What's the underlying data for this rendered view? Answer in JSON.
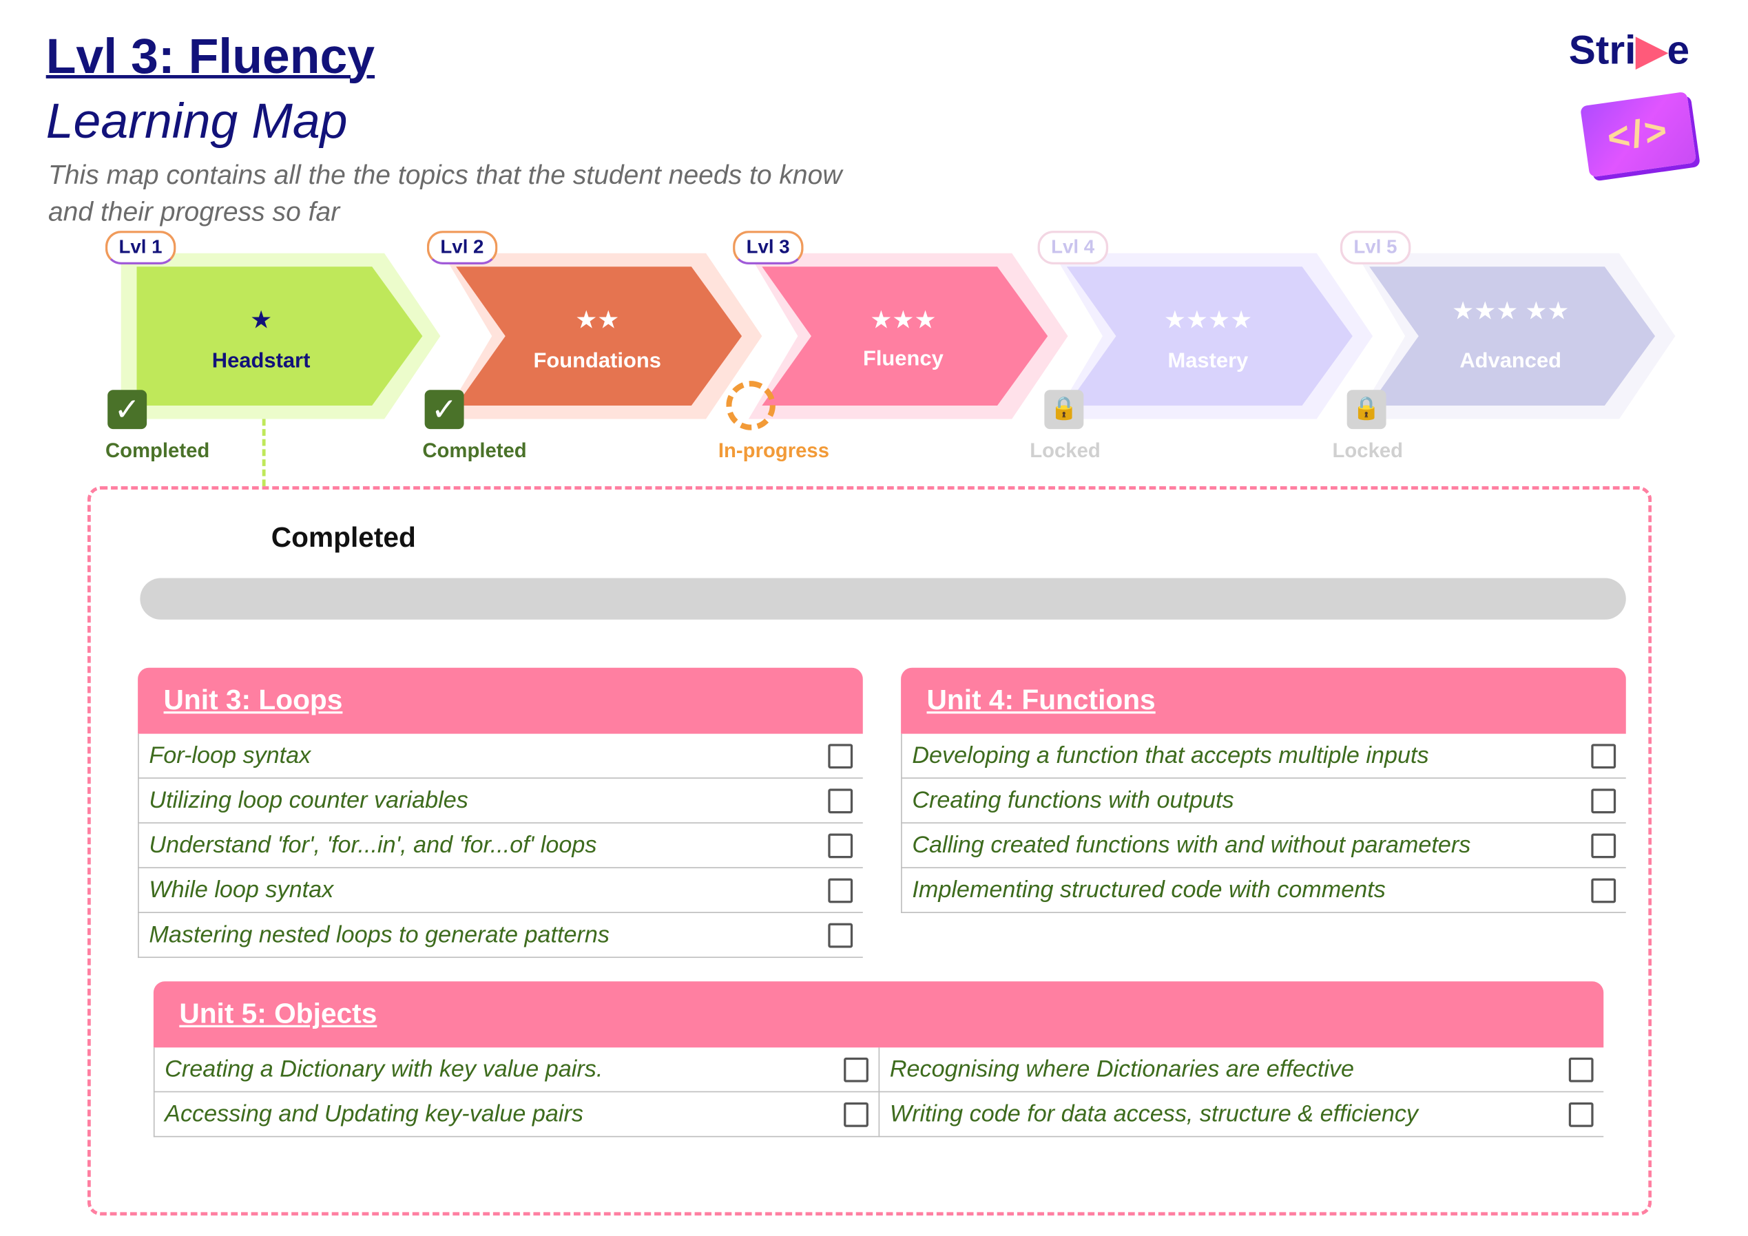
{
  "header": {
    "title": "Lvl 3: Fluency",
    "subtitle": "Learning Map",
    "description": "This map contains all the the topics that the student needs to know and their progress so far"
  },
  "logo": {
    "text_a": "Stri",
    "text_b": "e",
    "icon": "code-brackets-icon",
    "icon_text": "</>"
  },
  "levels": [
    {
      "badge": "Lvl 1",
      "name": "Headstart",
      "stars": "★",
      "status": "Completed",
      "status_icon": "check-icon"
    },
    {
      "badge": "Lvl 2",
      "name": "Foundations",
      "stars": "★★",
      "status": "Completed",
      "status_icon": "check-icon"
    },
    {
      "badge": "Lvl 3",
      "name": "Fluency",
      "stars": "★★★",
      "status": "In-progress",
      "status_icon": "spinner-icon"
    },
    {
      "badge": "Lvl 4",
      "name": "Mastery",
      "stars": "★★★★",
      "status": "Locked",
      "status_icon": "lock-icon"
    },
    {
      "badge": "Lvl 5",
      "name": "Advanced",
      "stars": "★★★ ★★",
      "status": "Locked",
      "status_icon": "lock-icon"
    }
  ],
  "colors": {
    "accent": "#ff7fa1",
    "navy": "#12127a",
    "green": "#4a7229",
    "orange": "#f29a37"
  },
  "progress": {
    "label": "Completed",
    "percent": 0
  },
  "units": [
    {
      "title": "Unit 3:  Loops",
      "items": [
        "For-loop syntax",
        "Utilizing loop counter variables",
        "Understand 'for', 'for...in', and 'for...of' loops",
        "While loop syntax",
        "Mastering nested loops to generate patterns"
      ]
    },
    {
      "title": "Unit 4:  Functions",
      "items": [
        "Developing a function that accepts multiple inputs",
        "Creating functions with outputs",
        "Calling created functions with and without parameters",
        "Implementing structured code with comments"
      ]
    },
    {
      "title": "Unit 5:  Objects",
      "items": [
        "Creating a Dictionary with key value pairs.",
        "Recognising where Dictionaries are effective",
        "Accessing and Updating key-value pairs",
        "Writing code for data access, structure & efficiency"
      ]
    }
  ]
}
